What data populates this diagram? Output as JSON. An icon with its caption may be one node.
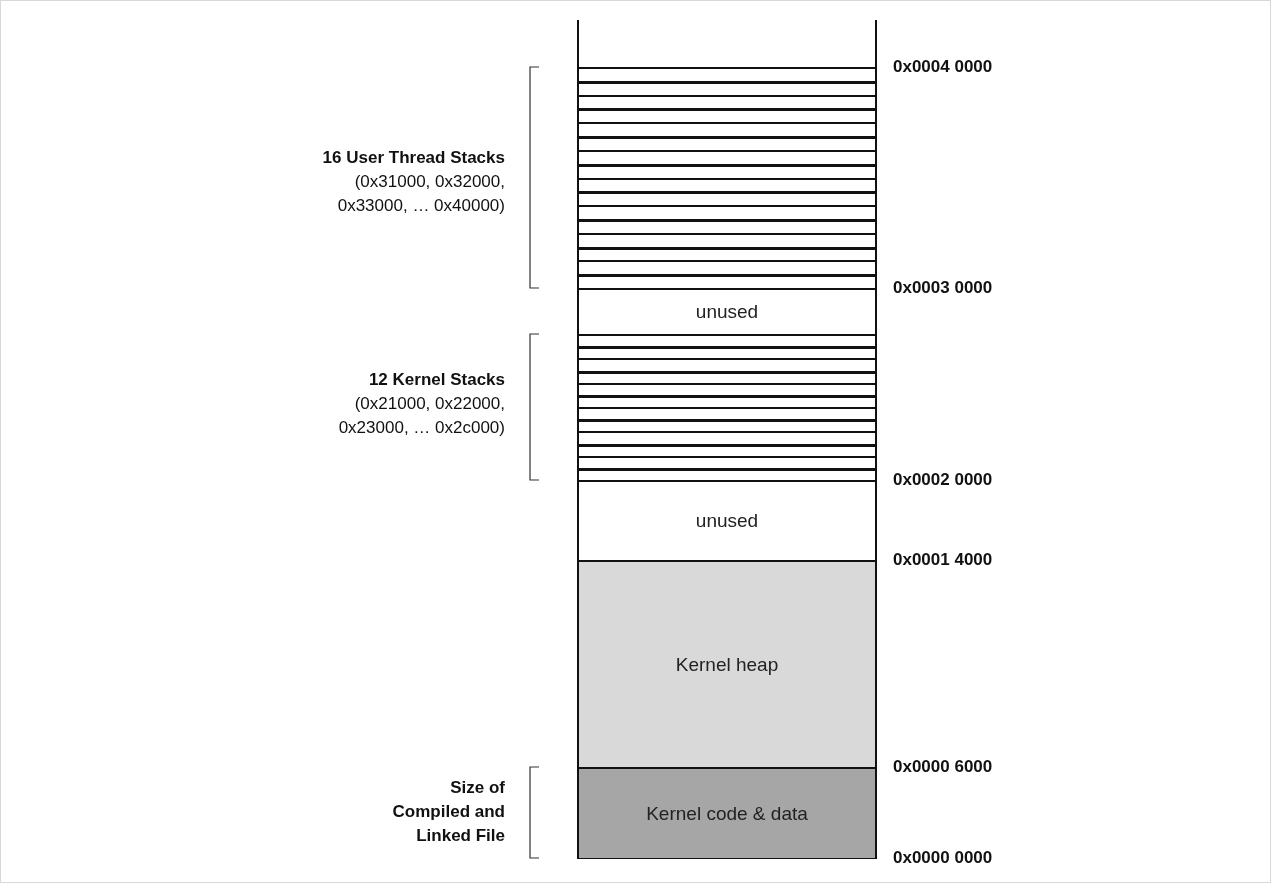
{
  "diagram": {
    "nodes": [
      {
        "text": [],
        "shape": "box"
      },
      {
        "text": [],
        "shape": "box"
      },
      {
        "text": [],
        "shape": "box"
      },
      {
        "text": [],
        "shape": "box"
      },
      {
        "text": [],
        "shape": "box"
      },
      {
        "text": [],
        "shape": "box"
      },
      {
        "text": [],
        "shape": "box"
      },
      {
        "text": [],
        "shape": "box"
      },
      {
        "text": [],
        "shape": "box"
      },
      {
        "text": [],
        "shape": "box"
      },
      {
        "text": [],
        "shape": "box"
      },
      {
        "text": [],
        "shape": "box"
      },
      {
        "text": [],
        "shape": "box"
      },
      {
        "text": [],
        "shape": "box"
      },
      {
        "text": [],
        "shape": "box"
      },
      {
        "text": [],
        "shape": "box"
      },
      {
        "text": [
          "unused"
        ]
      },
      {
        "text": [],
        "shape": "box"
      },
      {
        "text": [],
        "shape": "box"
      },
      {
        "text": [],
        "shape": "box"
      },
      {
        "text": [],
        "shape": "box"
      },
      {
        "text": [],
        "shape": "box"
      },
      {
        "text": [],
        "shape": "box"
      },
      {
        "text": [],
        "shape": "box"
      },
      {
        "text": [],
        "shape": "box"
      },
      {
        "text": [],
        "shape": "box"
      },
      {
        "text": [],
        "shape": "box"
      },
      {
        "text": [],
        "shape": "box"
      },
      {
        "text": [],
        "shape": "box"
      },
      {
        "text": [
          "unused"
        ]
      },
      {
        "text": [
          "Kernel heap"
        ]
      },
      {
        "text": [
          "Kernel code & data"
        ]
      }
    ],
    "labels": [
      "0x0004 0000",
      "16 User Thread Stacks",
      "(0x31000, 0x32000, 0x33000, … 0x40000)",
      "0x0003 0000",
      "12 Kernel Stacks",
      "(0x21000, 0x22000, 0x23000, … 0x2c000)",
      "0x0002 0000",
      "0x0001 4000",
      "0x0000 6000",
      "Size of Compiled and Linked File",
      "0x0000 0000"
    ]
  }
}
